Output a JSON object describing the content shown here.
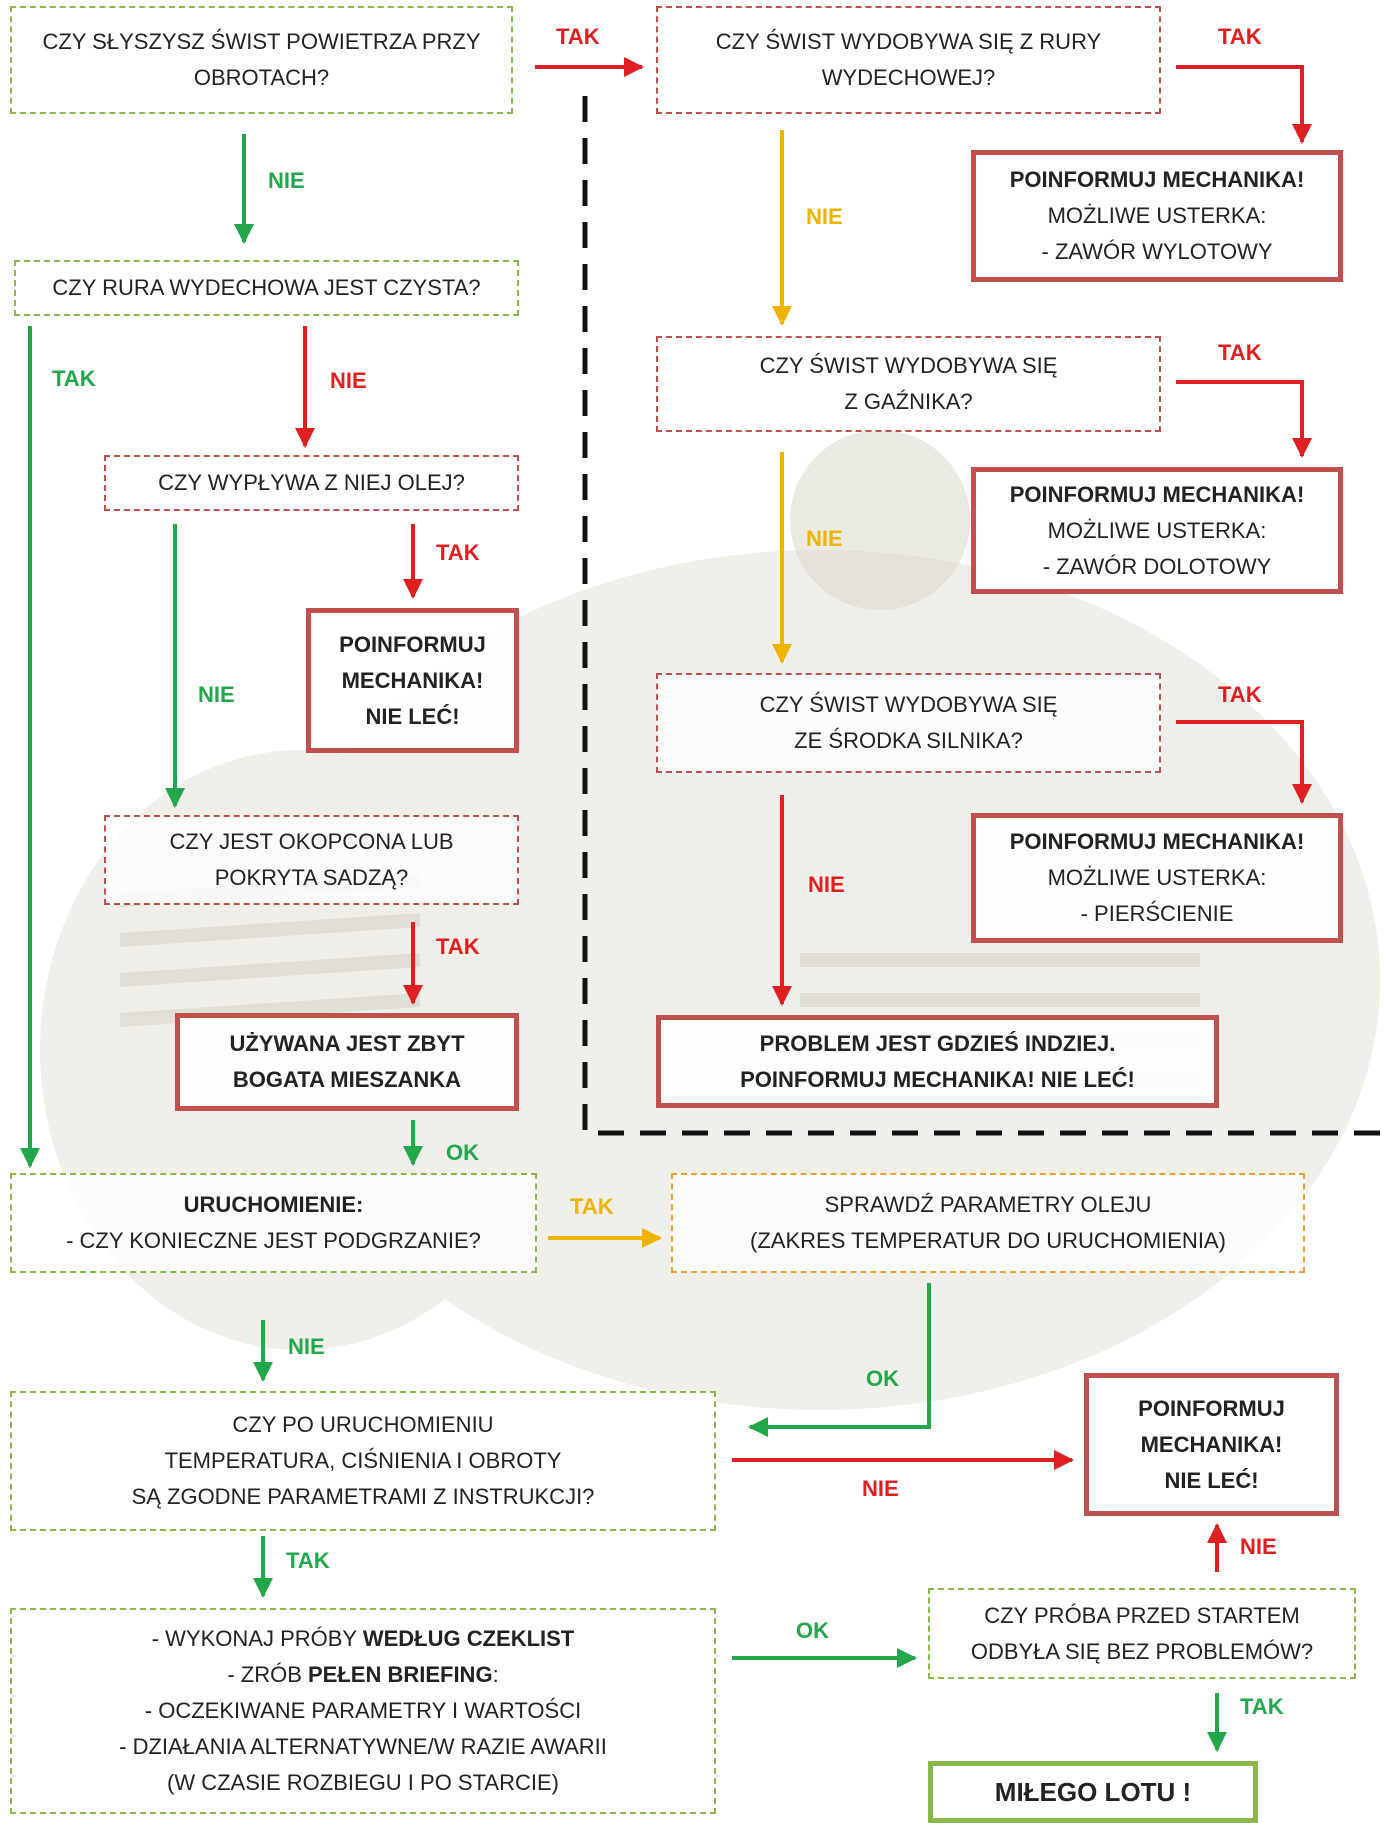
{
  "boxes": {
    "q1": [
      "CZY SŁYSZYSZ ŚWIST POWIETRZA PRZY",
      "OBROTACH?"
    ],
    "q2": [
      "CZY RURA WYDECHOWA JEST CZYSTA?"
    ],
    "q3": [
      "CZY WYPŁYWA Z NIEJ OLEJ?"
    ],
    "r1": [
      "POINFORMUJ",
      "MECHANIKA!",
      "NIE LEĆ!"
    ],
    "q4": [
      "CZY JEST OKOPCONA LUB",
      "POKRYTA SADZĄ?"
    ],
    "r2": [
      "UŻYWANA JEST ZBYT",
      "BOGATA MIESZANKA"
    ],
    "q5": [
      "CZY ŚWIST WYDOBYWA SIĘ Z RURY",
      "WYDECHOWEJ?"
    ],
    "r3": [
      "POINFORMUJ MECHANIKA!",
      "MOŻLIWE USTERKA:",
      "- ZAWÓR WYLOTOWY"
    ],
    "q6": [
      "CZY ŚWIST WYDOBYWA SIĘ",
      "Z GAŹNIKA?"
    ],
    "r4": [
      "POINFORMUJ MECHANIKA!",
      "MOŻLIWE USTERKA:",
      "- ZAWÓR DOLOTOWY"
    ],
    "q7": [
      "CZY ŚWIST WYDOBYWA SIĘ",
      "ZE ŚRODKA SILNIKA?"
    ],
    "r5": [
      "POINFORMUJ MECHANIKA!",
      "MOŻLIWE USTERKA:",
      "- PIERŚCIENIE"
    ],
    "r6": [
      "PROBLEM JEST GDZIEŚ INDZIEJ.",
      "POINFORMUJ MECHANIKA! NIE LEĆ!"
    ],
    "q8": [
      "URUCHOMIENIE:",
      "- CZY KONIECZNE JEST PODGRZANIE?"
    ],
    "q9": [
      "SPRAWDŹ PARAMETRY OLEJU",
      "(ZAKRES TEMPERATUR DO URUCHOMIENIA)"
    ],
    "q10": [
      "CZY PO URUCHOMIENIU",
      "TEMPERATURA, CIŚNIENIA I OBROTY",
      "SĄ ZGODNE PARAMETRAMI Z INSTRUKCJI?"
    ],
    "r7": [
      "POINFORMUJ",
      "MECHANIKA!",
      "NIE LEĆ!"
    ],
    "q11": {
      "line1_pre": "- WYKONAJ PRÓBY ",
      "line1_bold": "WEDŁUG CZEKLIST",
      "line2_pre": "- ZRÓB ",
      "line2_bold": "PEŁEN BRIEFING",
      "line2_post": ":",
      "line3": "- OCZEKIWANE PARAMETRY I WARTOŚCI",
      "line4": "- DZIAŁANIA ALTERNATYWNE/W RAZIE AWARII",
      "line5": "(W CZASIE ROZBIEGU I PO STARCIE)"
    },
    "q12": [
      "CZY PRÓBA PRZED STARTEM",
      "ODBYŁA SIĘ BEZ PROBLEMÓW?"
    ],
    "r8": [
      "MIŁEGO LOTU !"
    ]
  },
  "labels": {
    "tak": "TAK",
    "nie": "NIE",
    "ok": "OK"
  },
  "colors": {
    "green": "#22a84a",
    "red": "#e02020",
    "yellow": "#f0b400",
    "box_green": "#8ab84a",
    "box_red": "#c0504d",
    "box_orange": "#f0a030"
  }
}
